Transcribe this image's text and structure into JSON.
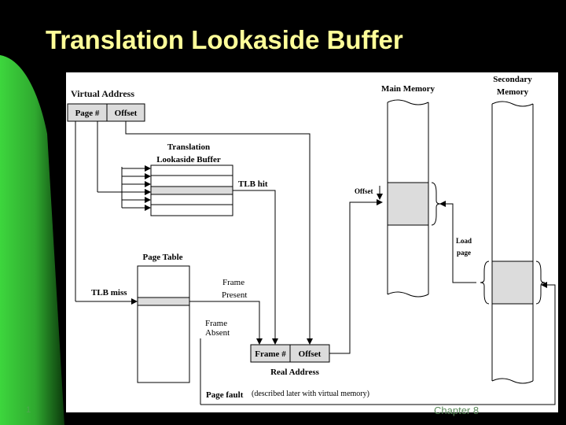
{
  "slide": {
    "title": "Translation Lookaside Buffer",
    "slide_number": "1",
    "footer": "Chapter 8"
  },
  "colors": {
    "background": "#000000",
    "title": "#ffff99",
    "accent_green": "#33cc33",
    "box_fill": "#dcdcdc"
  },
  "diagram": {
    "virtual_address": {
      "title": "Virtual Address",
      "fields": [
        "Page #",
        "Offset"
      ]
    },
    "tlb": {
      "title_line1": "Translation",
      "title_line2": "Lookaside Buffer",
      "hit_label": "TLB hit",
      "miss_label": "TLB miss"
    },
    "page_table": {
      "title": "Page Table"
    },
    "frame_present": {
      "line1": "Frame",
      "line2": "Present"
    },
    "frame_absent": {
      "line1": "Frame",
      "line2": "Absent"
    },
    "real_address": {
      "title": "Real Address",
      "fields": [
        "Frame #",
        "Offset"
      ]
    },
    "main_memory": {
      "title": "Main Memory",
      "offset_label": "Offset"
    },
    "secondary_memory": {
      "title_line1": "Secondary",
      "title_line2": "Memory"
    },
    "load_page": {
      "line1": "Load",
      "line2": "page"
    },
    "page_fault": {
      "label": "Page fault",
      "note": "(described later with virtual memory)"
    }
  }
}
